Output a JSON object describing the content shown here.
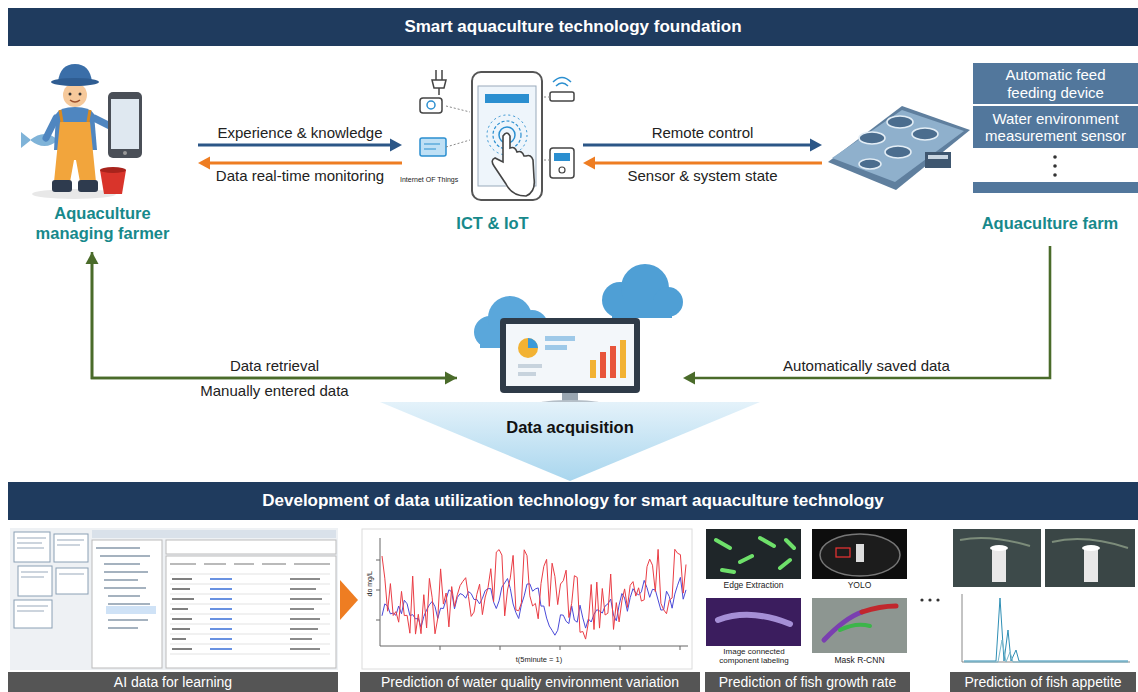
{
  "diagram": {
    "title": "Smart aquaculture technology foundation",
    "nodes": [
      {
        "text": [
          "Aquaculture managing farmer"
        ]
      },
      {
        "text": [
          "ICT & IoT"
        ]
      },
      {
        "text": [
          "Aquaculture farm"
        ]
      },
      {
        "text": [
          "Automatic feed feeding device"
        ],
        "in": 2
      },
      {
        "text": [
          "Water environment measurement sensor"
        ],
        "in": 2
      },
      {
        "text": [
          "Data acquisition"
        ]
      },
      {
        "text": [
          "Development of data utilization technology for smart aquaculture technology"
        ]
      },
      {
        "text": [
          "AI data for learning"
        ]
      },
      {
        "text": [
          "Prediction of water quality environment variation"
        ]
      },
      {
        "text": [
          "Prediction of fish growth rate"
        ]
      },
      {
        "text": [
          "Prediction of fish appetite"
        ]
      }
    ],
    "edges": [
      {
        "from": 0,
        "to": 1,
        "label": "Experience & knowledge",
        "arrow": "to"
      },
      {
        "from": 1,
        "to": 0,
        "label": "Data real-time monitoring",
        "arrow": "to"
      },
      {
        "from": 1,
        "to": 2,
        "label": "Remote control",
        "arrow": "to"
      },
      {
        "from": 2,
        "to": 1,
        "label": "Sensor & system state",
        "arrow": "to"
      },
      {
        "from": 2,
        "to": 5,
        "label": "Automatically saved data",
        "arrow": "to"
      },
      {
        "from": 5,
        "to": 0,
        "label": "Data retrieval",
        "arrow": "to"
      },
      {
        "from": 0,
        "to": 5,
        "label": "Manually entered data",
        "arrow": "to"
      },
      {
        "from": 5,
        "to": 6,
        "arrow": "to"
      },
      {
        "from": 7,
        "to": 8,
        "arrow": "to"
      }
    ],
    "labels": [
      "Internet OF Things",
      "do mg/L",
      "t(5minute = 1)",
      "Edge Extraction",
      "YOLO",
      "Image connected component labeling",
      "Mask R-CNN"
    ]
  }
}
